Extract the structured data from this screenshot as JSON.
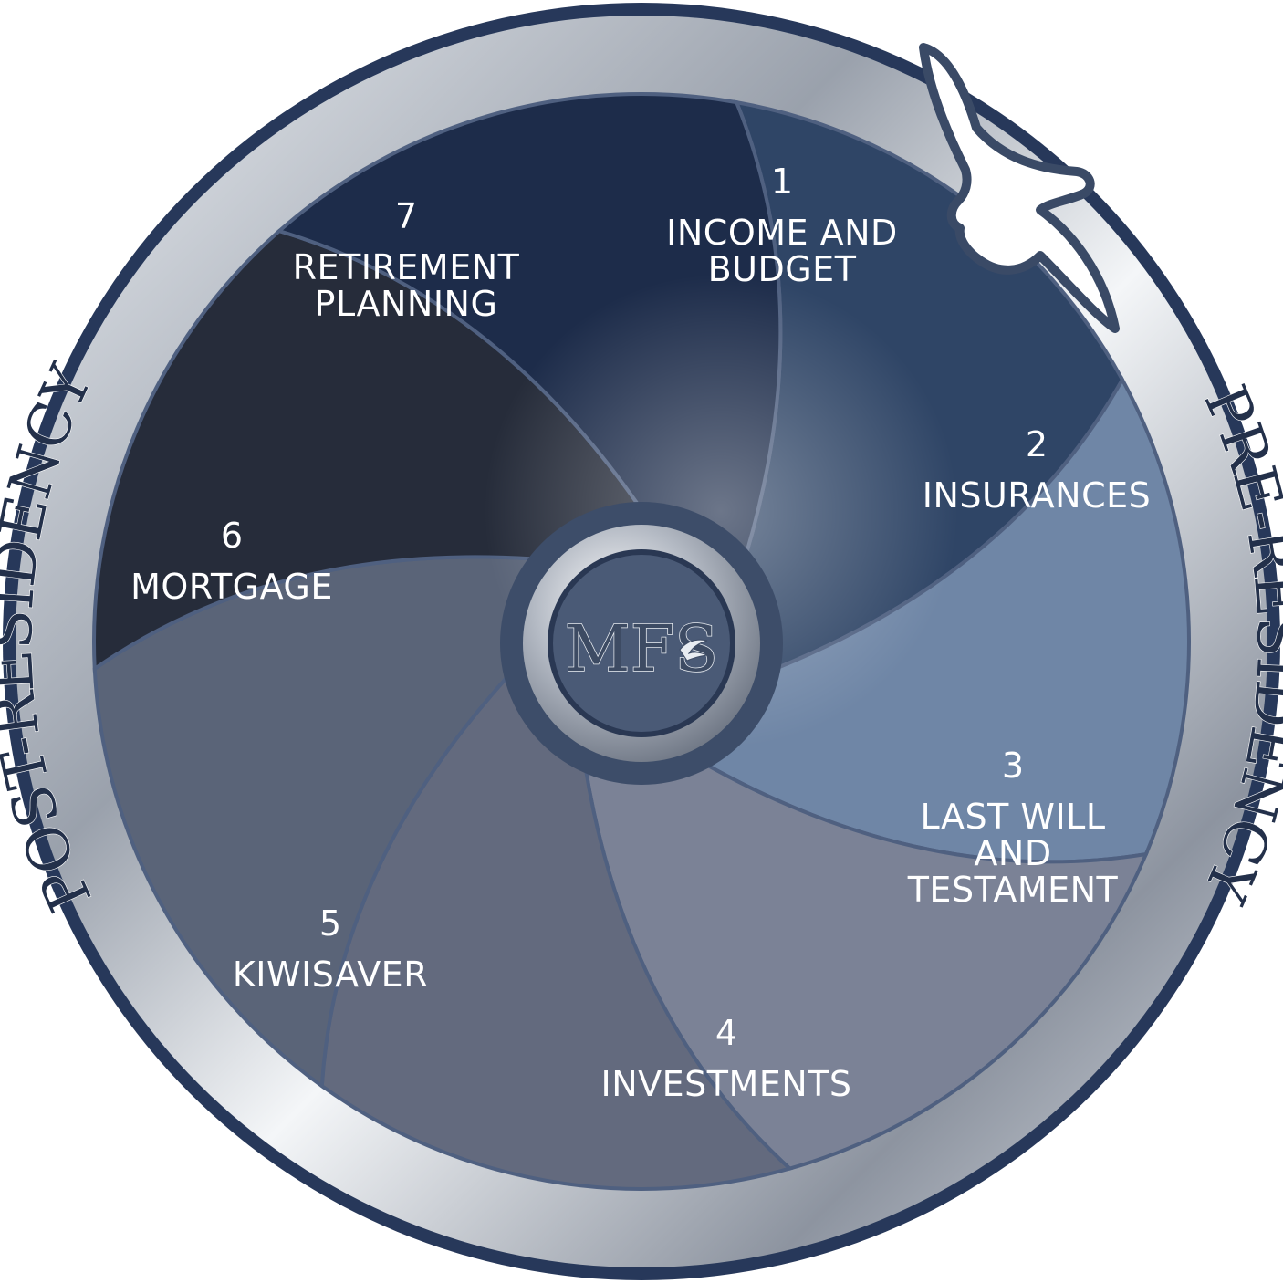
{
  "diagram": {
    "center_label": "MFS",
    "ring_labels": {
      "right": "PRE-RESIDENCY",
      "left": "POST-RESIDENCY"
    },
    "segments": [
      {
        "number": "1",
        "lines": [
          "INCOME AND",
          "BUDGET"
        ],
        "color": "#2f4566"
      },
      {
        "number": "2",
        "lines": [
          "INSURANCES"
        ],
        "color": "#6f86a6"
      },
      {
        "number": "3",
        "lines": [
          "LAST WILL",
          "AND",
          "TESTAMENT"
        ],
        "color": "#7b8296"
      },
      {
        "number": "4",
        "lines": [
          "INVESTMENTS"
        ],
        "color": "#636a7e"
      },
      {
        "number": "5",
        "lines": [
          "KIWISAVER"
        ],
        "color": "#5a6478"
      },
      {
        "number": "6",
        "lines": [
          "MORTGAGE"
        ],
        "color": "#262c3a"
      },
      {
        "number": "7",
        "lines": [
          "RETIREMENT",
          "PLANNING"
        ],
        "color": "#1d2c4a"
      }
    ],
    "colors": {
      "ring_outer": "#27385a",
      "ring_silver": "#c9ced6",
      "text": "#ffffff"
    }
  }
}
